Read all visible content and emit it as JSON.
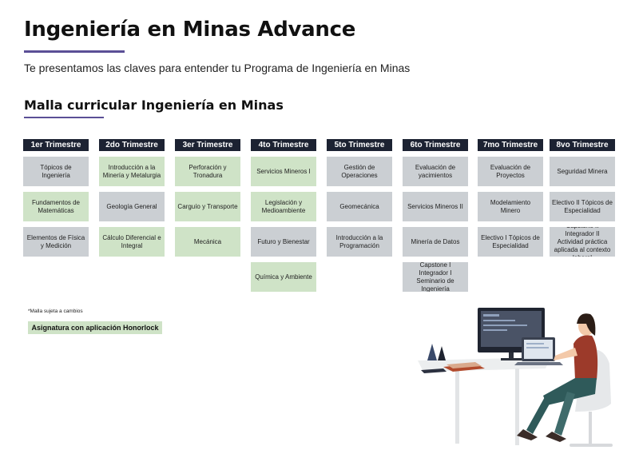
{
  "header": {
    "title": "Ingeniería en Minas Advance",
    "subtitle": "Te presentamos las claves para entender tu Programa de Ingeniería en Minas"
  },
  "section": {
    "title": "Malla curricular Ingeniería en Minas"
  },
  "colors": {
    "accent": "#5b4f96",
    "header_bg": "#1c2232",
    "cell_gray": "#cbcfd3",
    "cell_green": "#cfe3c7"
  },
  "trimesters": [
    {
      "label": "1er Trimestre",
      "courses": [
        {
          "name": "Tópicos de Ingeniería",
          "honorlock": false
        },
        {
          "name": "Fundamentos de Matemáticas",
          "honorlock": true
        },
        {
          "name": "Elementos de Física y Medición",
          "honorlock": false
        }
      ]
    },
    {
      "label": "2do Trimestre",
      "courses": [
        {
          "name": "Introducción a la Minería y Metalurgia",
          "honorlock": true
        },
        {
          "name": "Geología General",
          "honorlock": false
        },
        {
          "name": "Cálculo Diferencial e Integral",
          "honorlock": true
        }
      ]
    },
    {
      "label": "3er Trimestre",
      "courses": [
        {
          "name": "Perforación y Tronadura",
          "honorlock": true
        },
        {
          "name": "Carguío y Transporte",
          "honorlock": true
        },
        {
          "name": "Mecánica",
          "honorlock": true
        }
      ]
    },
    {
      "label": "4to Trimestre",
      "courses": [
        {
          "name": "Servicios Mineros I",
          "honorlock": true
        },
        {
          "name": "Legislación y Medioambiente",
          "honorlock": true
        },
        {
          "name": "Futuro y Bienestar",
          "honorlock": false
        },
        {
          "name": "Química y Ambiente",
          "honorlock": true
        }
      ]
    },
    {
      "label": "5to Trimestre",
      "courses": [
        {
          "name": "Gestión de Operaciones",
          "honorlock": false
        },
        {
          "name": "Geomecánica",
          "honorlock": false
        },
        {
          "name": "Introducción a la Programación",
          "honorlock": false
        }
      ]
    },
    {
      "label": "6to Trimestre",
      "courses": [
        {
          "name": "Evaluación de yacimientos",
          "honorlock": false
        },
        {
          "name": "Servicios Mineros II",
          "honorlock": false
        },
        {
          "name": "Minería de Datos",
          "honorlock": false
        },
        {
          "name": "Capstone I Integrador I Seminario de Ingeniería",
          "honorlock": false
        }
      ]
    },
    {
      "label": "7mo Trimestre",
      "courses": [
        {
          "name": "Evaluación de Proyectos",
          "honorlock": false
        },
        {
          "name": "Modelamiento Minero",
          "honorlock": false
        },
        {
          "name": "Electivo I Tópicos de Especialidad",
          "honorlock": false
        }
      ]
    },
    {
      "label": "8vo Trimestre",
      "courses": [
        {
          "name": "Seguridad Minera",
          "honorlock": false
        },
        {
          "name": "Electivo II Tópicos de Especialidad",
          "honorlock": false
        },
        {
          "name": "Capstone II Integrador II Actividad práctica aplicada al contexto laboral",
          "honorlock": false
        }
      ]
    }
  ],
  "footer": {
    "note": "*Malla sujeta a cambios",
    "legend": "Asignatura con aplicación Honorlock"
  }
}
